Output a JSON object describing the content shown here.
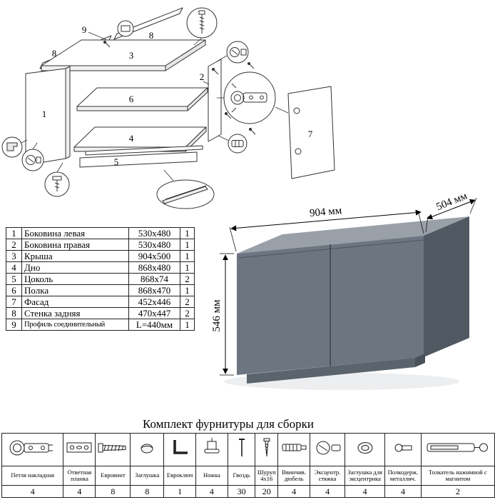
{
  "diagram": {
    "labels": {
      "l9": "9",
      "l8a": "8",
      "l8b": "8",
      "l3": "3",
      "l1": "1",
      "l2": "2",
      "l6": "6",
      "l4": "4",
      "l5": "5",
      "l7": "7"
    }
  },
  "parts_table": {
    "rows": [
      {
        "num": "1",
        "name": "Боковина левая",
        "size": "530x480",
        "qty": "1"
      },
      {
        "num": "2",
        "name": "Боковина правая",
        "size": "530x480",
        "qty": "1"
      },
      {
        "num": "3",
        "name": "Крыша",
        "size": "904x500",
        "qty": "1"
      },
      {
        "num": "4",
        "name": "Дно",
        "size": "868x480",
        "qty": "1"
      },
      {
        "num": "5",
        "name": "Цоколь",
        "size": "868x74",
        "qty": "2"
      },
      {
        "num": "6",
        "name": "Полка",
        "size": "868x470",
        "qty": "1"
      },
      {
        "num": "7",
        "name": "Фасад",
        "size": "452x446",
        "qty": "2"
      },
      {
        "num": "8",
        "name": "Стенка задняя",
        "size": "470x447",
        "qty": "2"
      },
      {
        "num": "9",
        "name": "Профиль соединительный",
        "size": "L=440мм",
        "qty": "1"
      }
    ]
  },
  "cabinet": {
    "width_label": "904 мм",
    "depth_label": "504 мм",
    "height_label": "546 мм",
    "front_color": "#6d7580",
    "top_color": "#99a0a8",
    "side_color": "#505861",
    "plinth_color": "#5b636c"
  },
  "hardware": {
    "title": "Комплект фурнитуры для сборки",
    "items": [
      {
        "name": "Петля накладная",
        "qty": "4",
        "icon": "hinge-icon"
      },
      {
        "name": "Ответная планка",
        "qty": "4",
        "icon": "plate-icon"
      },
      {
        "name": "Евровинт",
        "qty": "8",
        "icon": "euroscrew-icon"
      },
      {
        "name": "Заглушка",
        "qty": "8",
        "icon": "cap-icon"
      },
      {
        "name": "Евроключ",
        "qty": "1",
        "icon": "hexkey-icon"
      },
      {
        "name": "Ножка",
        "qty": "4",
        "icon": "foot-icon"
      },
      {
        "name": "Гвоздь",
        "qty": "30",
        "icon": "nail-icon"
      },
      {
        "name": "Шуруп 4x16",
        "qty": "20",
        "icon": "screw-icon"
      },
      {
        "name": "Ввинчив. дюбель",
        "qty": "4",
        "icon": "dowel-icon"
      },
      {
        "name": "Эксцентр. стяжка",
        "qty": "4",
        "icon": "camlock-icon"
      },
      {
        "name": "Заглушка для эксцентрика",
        "qty": "4",
        "icon": "camcap-icon"
      },
      {
        "name": "Полкодерж. металлич.",
        "qty": "4",
        "icon": "shelfpin-icon"
      },
      {
        "name": "Толкатель нажимной с магнитом",
        "qty": "2",
        "icon": "pushlatch-icon"
      }
    ]
  }
}
